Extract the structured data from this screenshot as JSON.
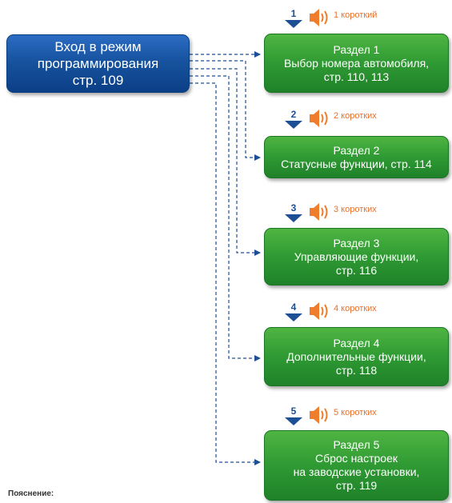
{
  "main": {
    "lines": [
      "Вход в режим",
      "программирования",
      "стр. 109"
    ]
  },
  "sections": [
    {
      "number": "1",
      "beep": "1 короткий",
      "lines": [
        "Раздел 1",
        "Выбор номера автомобиля,",
        "стр. 110, 113"
      ]
    },
    {
      "number": "2",
      "beep": "2 коротких",
      "lines": [
        "Раздел 2",
        "Статусные функции, стр. 114"
      ]
    },
    {
      "number": "3",
      "beep": "3 коротких",
      "lines": [
        "Раздел 3",
        "Управляющие функции,",
        "стр. 116"
      ]
    },
    {
      "number": "4",
      "beep": "4 коротких",
      "lines": [
        "Раздел 4",
        "Дополнительные функции,",
        "стр. 118"
      ]
    },
    {
      "number": "5",
      "beep": "5 коротких",
      "lines": [
        "Раздел 5",
        "Сброс настроек",
        "на заводские установки,",
        "стр. 119"
      ]
    }
  ],
  "legend": {
    "label": "Пояснение:"
  },
  "colors": {
    "main_box": "#17539f",
    "section_box": "#2f9a33",
    "connector": "#1d4f94",
    "step_number": "#1d4f94",
    "speaker": "#f07d2c",
    "beep_text": "#e8712d"
  },
  "icons": {
    "step_arrow": "down-triangle-icon",
    "speaker": "speaker-icon"
  }
}
